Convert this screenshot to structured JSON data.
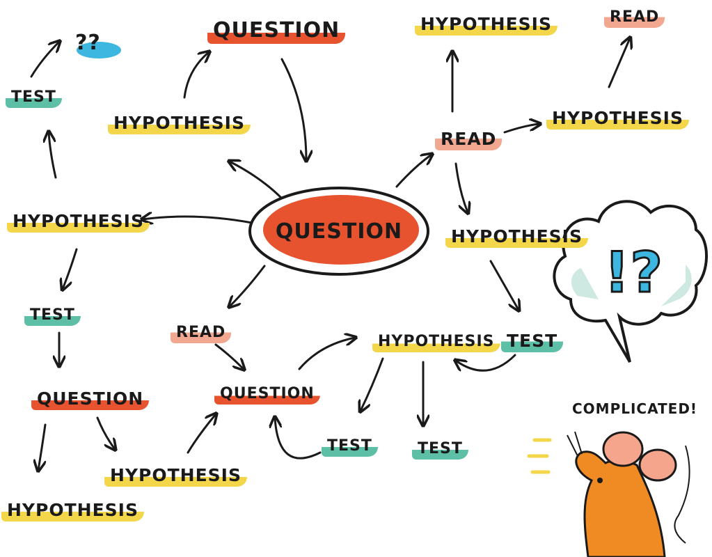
{
  "nodes": {
    "center_question": "QUESTION",
    "top_question": "QUESTION",
    "top_left_unknown": "??",
    "top_left_test": "TEST",
    "upper_hypothesis": "HYPOTHESIS",
    "left_hypothesis": "HYPOTHESIS",
    "left_test": "TEST",
    "left_question": "QUESTION",
    "bottom_left_hypothesis": "HYPOTHESIS",
    "bottom_hypothesis": "HYPOTHESIS",
    "mid_read": "READ",
    "mid_question": "QUESTION",
    "mid_hypothesis": "HYPOTHESIS",
    "mid_test_left": "TEST",
    "mid_test_right": "TEST",
    "right_test": "TEST",
    "right_read": "READ",
    "right_hypothesis_top": "HYPOTHESIS",
    "right_hypothesis_mid": "HYPOTHESIS",
    "right_hypothesis_lower": "HYPOTHESIS",
    "far_right_read": "READ"
  },
  "speech_bubble": "!?",
  "mouse_caption": "COMPLICATED!",
  "colors": {
    "question": "#e8532f",
    "hypothesis": "#f4d64a",
    "test": "#5cbfa6",
    "read": "#f2a890",
    "bubble_question_mark": "#3db6e0",
    "mouse_body": "#f08a22"
  }
}
